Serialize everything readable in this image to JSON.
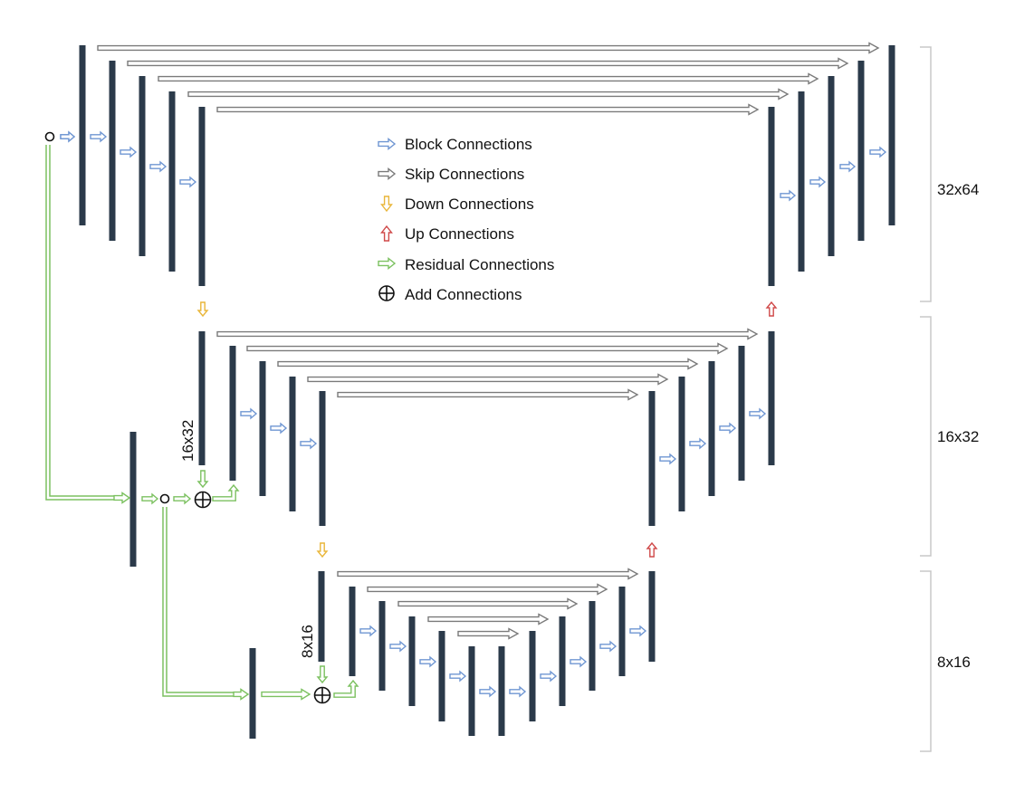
{
  "colors": {
    "bar": "#2b3a4a",
    "block": "#6f96d2",
    "skip": "#7a7a7a",
    "down": "#e9b63a",
    "up": "#d04a4a",
    "residual": "#7cc160",
    "bracket": "#c8c8c8",
    "text": "#111111"
  },
  "legend": {
    "items": [
      {
        "icon": "block-arrow-icon",
        "color_key": "block",
        "label": "Block Connections"
      },
      {
        "icon": "skip-arrow-icon",
        "color_key": "skip",
        "label": "Skip Connections"
      },
      {
        "icon": "down-arrow-icon",
        "color_key": "down",
        "label": "Down Connections"
      },
      {
        "icon": "up-arrow-icon",
        "color_key": "up",
        "label": "Up Connections"
      },
      {
        "icon": "residual-arrow-icon",
        "color_key": "residual",
        "label": "Residual Connections"
      },
      {
        "icon": "add-circle-icon",
        "color_key": "text",
        "label": "Add Connections"
      }
    ]
  },
  "resolutions": {
    "level1": "32x64",
    "level2": "16x32",
    "level3": "8x16",
    "level2_inline": "16x32",
    "level3_inline": "8x16"
  }
}
